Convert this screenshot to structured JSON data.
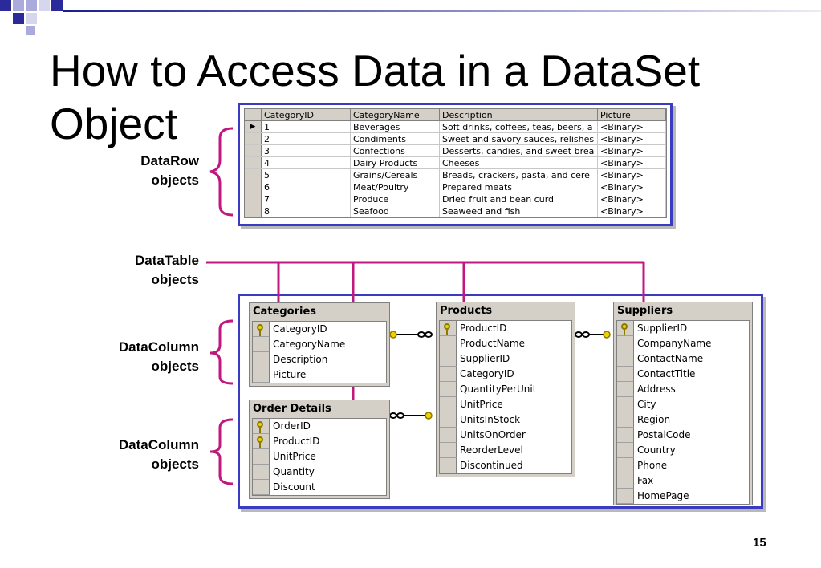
{
  "title_line1": "How to Access Data in a DataSet",
  "title_line2": "Object",
  "labels": {
    "datarow_1": "DataRow",
    "datarow_2": "objects",
    "datatable_1": "DataTable",
    "datatable_2": "objects",
    "datacolumn_a_1": "DataColumn",
    "datacolumn_a_2": "objects",
    "datacolumn_b_1": "DataColumn",
    "datacolumn_b_2": "objects"
  },
  "grid": {
    "headers": [
      "CategoryID",
      "CategoryName",
      "Description",
      "Picture"
    ],
    "rows": [
      [
        "1",
        "Beverages",
        "Soft drinks, coffees, teas, beers, a",
        "<Binary>"
      ],
      [
        "2",
        "Condiments",
        "Sweet and savory sauces, relishes",
        "<Binary>"
      ],
      [
        "3",
        "Confections",
        "Desserts, candies, and sweet brea",
        "<Binary>"
      ],
      [
        "4",
        "Dairy Products",
        "Cheeses",
        "<Binary>"
      ],
      [
        "5",
        "Grains/Cereals",
        "Breads, crackers, pasta, and cere",
        "<Binary>"
      ],
      [
        "6",
        "Meat/Poultry",
        "Prepared meats",
        "<Binary>"
      ],
      [
        "7",
        "Produce",
        "Dried fruit and bean curd",
        "<Binary>"
      ],
      [
        "8",
        "Seafood",
        "Seaweed and fish",
        "<Binary>"
      ]
    ]
  },
  "tables": {
    "categories": {
      "name": "Categories",
      "columns": [
        {
          "name": "CategoryID",
          "key": true
        },
        {
          "name": "CategoryName",
          "key": false
        },
        {
          "name": "Description",
          "key": false
        },
        {
          "name": "Picture",
          "key": false
        }
      ]
    },
    "order_details": {
      "name": "Order Details",
      "columns": [
        {
          "name": "OrderID",
          "key": true
        },
        {
          "name": "ProductID",
          "key": true
        },
        {
          "name": "UnitPrice",
          "key": false
        },
        {
          "name": "Quantity",
          "key": false
        },
        {
          "name": "Discount",
          "key": false
        }
      ]
    },
    "products": {
      "name": "Products",
      "columns": [
        {
          "name": "ProductID",
          "key": true
        },
        {
          "name": "ProductName",
          "key": false
        },
        {
          "name": "SupplierID",
          "key": false
        },
        {
          "name": "CategoryID",
          "key": false
        },
        {
          "name": "QuantityPerUnit",
          "key": false
        },
        {
          "name": "UnitPrice",
          "key": false
        },
        {
          "name": "UnitsInStock",
          "key": false
        },
        {
          "name": "UnitsOnOrder",
          "key": false
        },
        {
          "name": "ReorderLevel",
          "key": false
        },
        {
          "name": "Discontinued",
          "key": false
        }
      ]
    },
    "suppliers": {
      "name": "Suppliers",
      "columns": [
        {
          "name": "SupplierID",
          "key": true
        },
        {
          "name": "CompanyName",
          "key": false
        },
        {
          "name": "ContactName",
          "key": false
        },
        {
          "name": "ContactTitle",
          "key": false
        },
        {
          "name": "Address",
          "key": false
        },
        {
          "name": "City",
          "key": false
        },
        {
          "name": "Region",
          "key": false
        },
        {
          "name": "PostalCode",
          "key": false
        },
        {
          "name": "Country",
          "key": false
        },
        {
          "name": "Phone",
          "key": false
        },
        {
          "name": "Fax",
          "key": false
        },
        {
          "name": "HomePage",
          "key": false
        }
      ]
    }
  },
  "page_number": "15",
  "colors": {
    "frame": "#3b3bc2",
    "bracket": "#c0187f",
    "top_bar_start": "#1c1c8c",
    "top_bar_end": "#e8e8f4"
  }
}
